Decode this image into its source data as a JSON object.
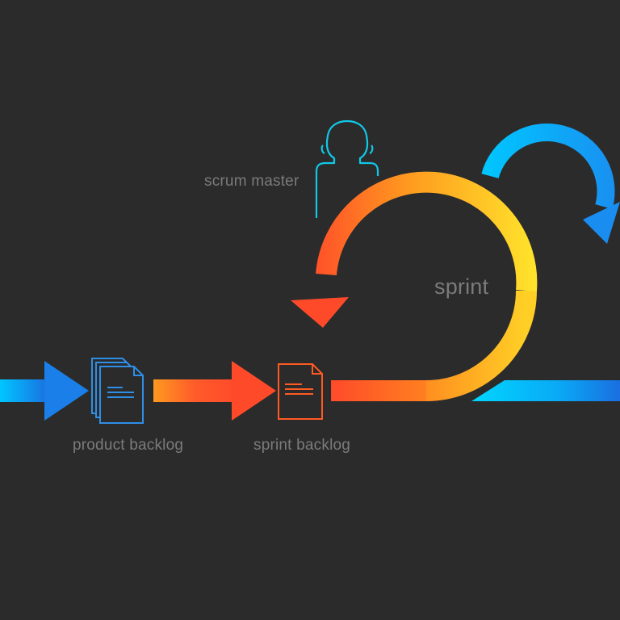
{
  "labels": {
    "scrum_master": "scrum master",
    "sprint": "sprint",
    "product_backlog": "product backlog",
    "sprint_backlog": "sprint backlog"
  },
  "colors": {
    "background": "#2b2b2b",
    "label_text": "#7b7b7b",
    "blue_flow_start": "#00c6ff",
    "blue_flow_end": "#1a6fe0",
    "warm_flow_start": "#ff9a1f",
    "warm_flow_mid": "#ff4a2a",
    "sprint_loop_yellow": "#ffe22b",
    "sprint_loop_orange": "#ff9a1f",
    "sprint_loop_red": "#ff4a2a",
    "scrum_master_outline": "#10c8e8",
    "product_backlog_icon": "#2f8ee6",
    "sprint_backlog_icon": "#ff5a22"
  },
  "icons": {
    "person": "scrum-master-icon",
    "documents_stack": "product-backlog-documents-icon",
    "document": "sprint-backlog-document-icon"
  }
}
